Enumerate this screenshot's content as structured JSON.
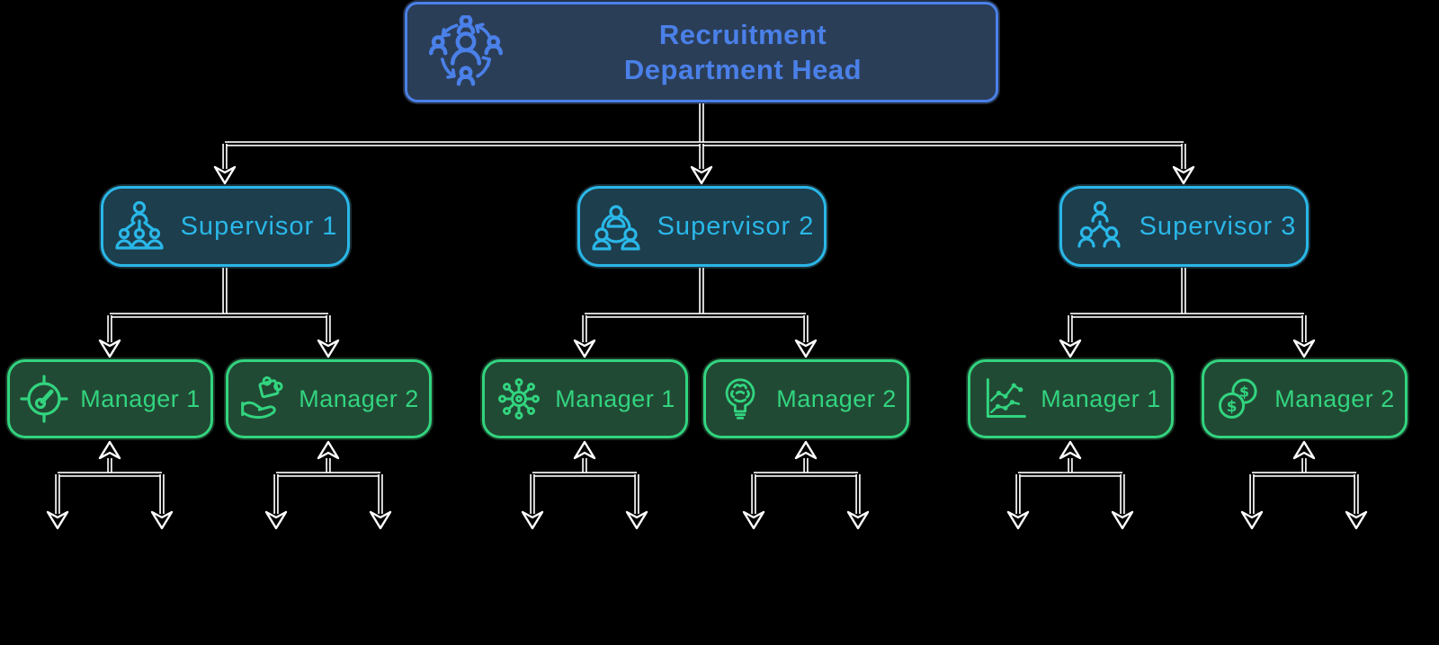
{
  "chart_title": "Recruitment Department Head organization chart",
  "colors": {
    "background": "#000000",
    "connector": "#ffffff",
    "head_fill": "#2b3e58",
    "head_accent": "#4a80e8",
    "supervisor_fill": "#1d3e4d",
    "supervisor_accent": "#2ab7e8",
    "manager_fill": "#214a34",
    "manager_accent": "#32d47f",
    "team_accent": "#9fd43a"
  },
  "head": {
    "label_line1": "Recruitment",
    "label_line2": "Department Head",
    "icon": "recruitment-cycle-icon"
  },
  "supervisors": [
    {
      "label": "Supervisor 1",
      "icon": "supervisor-team-icon",
      "managers": [
        {
          "label": "Manager 1",
          "icon": "target-gauge-icon",
          "teams": 2
        },
        {
          "label": "Manager 2",
          "icon": "hand-puzzle-icon",
          "teams": 2
        }
      ]
    },
    {
      "label": "Supervisor 2",
      "icon": "people-circle-icon",
      "managers": [
        {
          "label": "Manager 1",
          "icon": "network-hub-icon",
          "teams": 2
        },
        {
          "label": "Manager 2",
          "icon": "idea-bulb-brain-icon",
          "teams": 2
        }
      ]
    },
    {
      "label": "Supervisor 3",
      "icon": "org-tree-icon",
      "managers": [
        {
          "label": "Manager 1",
          "icon": "line-chart-icon",
          "teams": 2
        },
        {
          "label": "Manager 2",
          "icon": "dollar-coins-icon",
          "teams": 2
        }
      ]
    }
  ]
}
